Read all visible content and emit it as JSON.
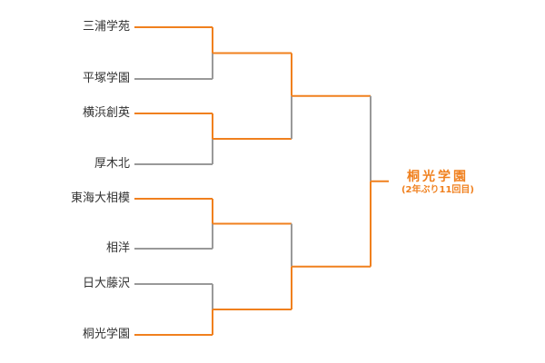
{
  "colors": {
    "win": "#f0801e",
    "lose": "#999999"
  },
  "teams": [
    "三浦学苑",
    "平塚学園",
    "横浜創英",
    "厚木北",
    "東海大相模",
    "相洋",
    "日大藤沢",
    "桐光学園"
  ],
  "winner": {
    "name": "桐光学園",
    "note": "(2年ぶり11回目)"
  },
  "matches": {
    "round1": [
      {
        "winner": 0
      },
      {
        "winner": 0
      },
      {
        "winner": 0
      },
      {
        "winner": 1
      }
    ],
    "round2": [
      {
        "winner": 0
      },
      {
        "winner": 1
      }
    ],
    "final": {
      "winner": 1
    }
  }
}
